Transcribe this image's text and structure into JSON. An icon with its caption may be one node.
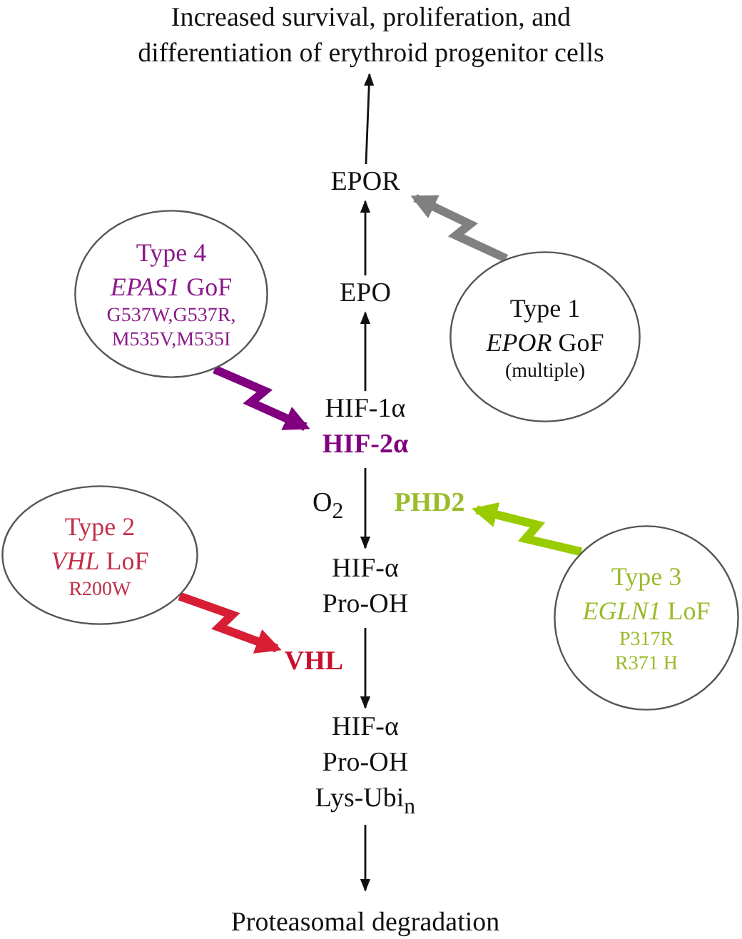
{
  "diagram": {
    "nodes": [
      {
        "text": [
          "Increased survival, proliferation, and differentiation of erythroid progenitor cells"
        ]
      },
      {
        "text": [
          "EPOR"
        ]
      },
      {
        "text": [
          "EPO"
        ]
      },
      {
        "text": [
          "HIF-1α",
          "HIF-2α"
        ]
      },
      {
        "text": [
          "HIF-α",
          "Pro-OH"
        ]
      },
      {
        "text": [
          "HIF-α",
          "Pro-OH",
          "Lys-Ubi$_{n}$"
        ]
      },
      {
        "text": [
          "Proteasomal degradation"
        ]
      },
      {
        "text": [
          "Type 4",
          "*EPAS1* GoF",
          "G537W,G537R, M535V,M535I"
        ]
      },
      {
        "text": [
          "Type 1",
          "*EPOR* GoF",
          "(multiple)"
        ]
      },
      {
        "text": [
          "Type 2",
          "*VHL* LoF",
          "R200W"
        ]
      },
      {
        "text": [
          "Type 3",
          "*EGLN1* LoF",
          "P317R R371 H"
        ]
      },
      {
        "text": [
          "PHD2"
        ]
      },
      {
        "text": [
          "VHL"
        ]
      }
    ],
    "edges": [
      {
        "from": 1,
        "to": 0,
        "arrow": "to"
      },
      {
        "from": 2,
        "to": 1,
        "arrow": "to"
      },
      {
        "from": 3,
        "to": 2,
        "arrow": "to"
      },
      {
        "from": 3,
        "to": 4,
        "arrow": "to",
        "label": "O$_{2}$"
      },
      {
        "from": 4,
        "to": 5,
        "arrow": "to"
      },
      {
        "from": 5,
        "to": 6,
        "arrow": "to"
      },
      {
        "from": 8,
        "to": 1,
        "arrow": "to",
        "style": "thick",
        "color": "#808080"
      },
      {
        "from": 7,
        "to": 3,
        "arrow": "to",
        "style": "thick",
        "color": "#800080"
      },
      {
        "from": 9,
        "to": 12,
        "arrow": "to",
        "style": "thick",
        "color": "#d81e34"
      },
      {
        "from": 10,
        "to": 11,
        "arrow": "to",
        "style": "thick",
        "color": "#99cc00"
      }
    ]
  }
}
